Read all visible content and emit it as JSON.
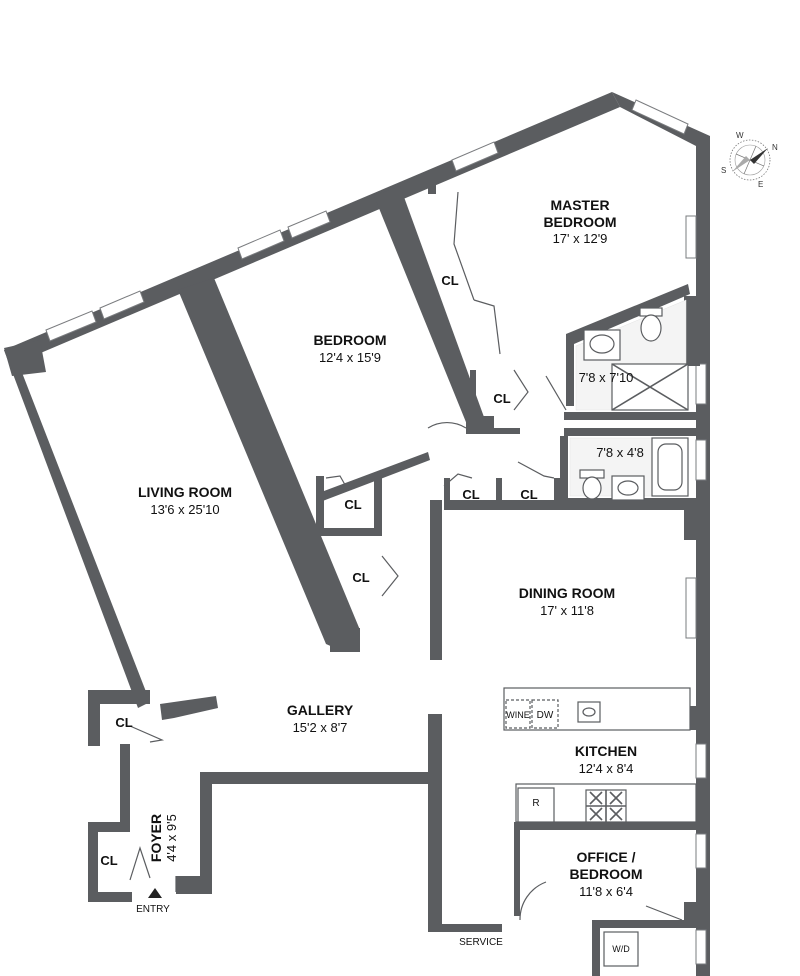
{
  "rooms": {
    "master_bedroom": {
      "line1": "MASTER",
      "line2": "BEDROOM",
      "dim": "17' x 12'9"
    },
    "bedroom": {
      "name": "BEDROOM",
      "dim": "12'4 x 15'9"
    },
    "living_room": {
      "name": "LIVING ROOM",
      "dim": "13'6 x 25'10"
    },
    "dining_room": {
      "name": "DINING ROOM",
      "dim": "17' x 11'8"
    },
    "gallery": {
      "name": "GALLERY",
      "dim": "15'2 x 8'7"
    },
    "kitchen": {
      "name": "KITCHEN",
      "dim": "12'4 x 8'4"
    },
    "office": {
      "line1": "OFFICE /",
      "line2": "BEDROOM",
      "dim": "11'8 x 6'4"
    },
    "foyer": {
      "name": "FOYER",
      "dim": "4'4 x 9'5"
    },
    "bath_master": {
      "dim": "7'8 x 7'10"
    },
    "bath_hall": {
      "dim": "7'8 x 4'8"
    }
  },
  "closet_label": "CL",
  "fixtures": {
    "wine": "WINE",
    "dishwasher": "DW",
    "refrigerator": "R",
    "washer_dryer": "W/D"
  },
  "labels": {
    "entry": "ENTRY",
    "service": "SERVICE"
  },
  "compass": {
    "n": "N",
    "s": "S",
    "e": "E",
    "w": "W"
  }
}
